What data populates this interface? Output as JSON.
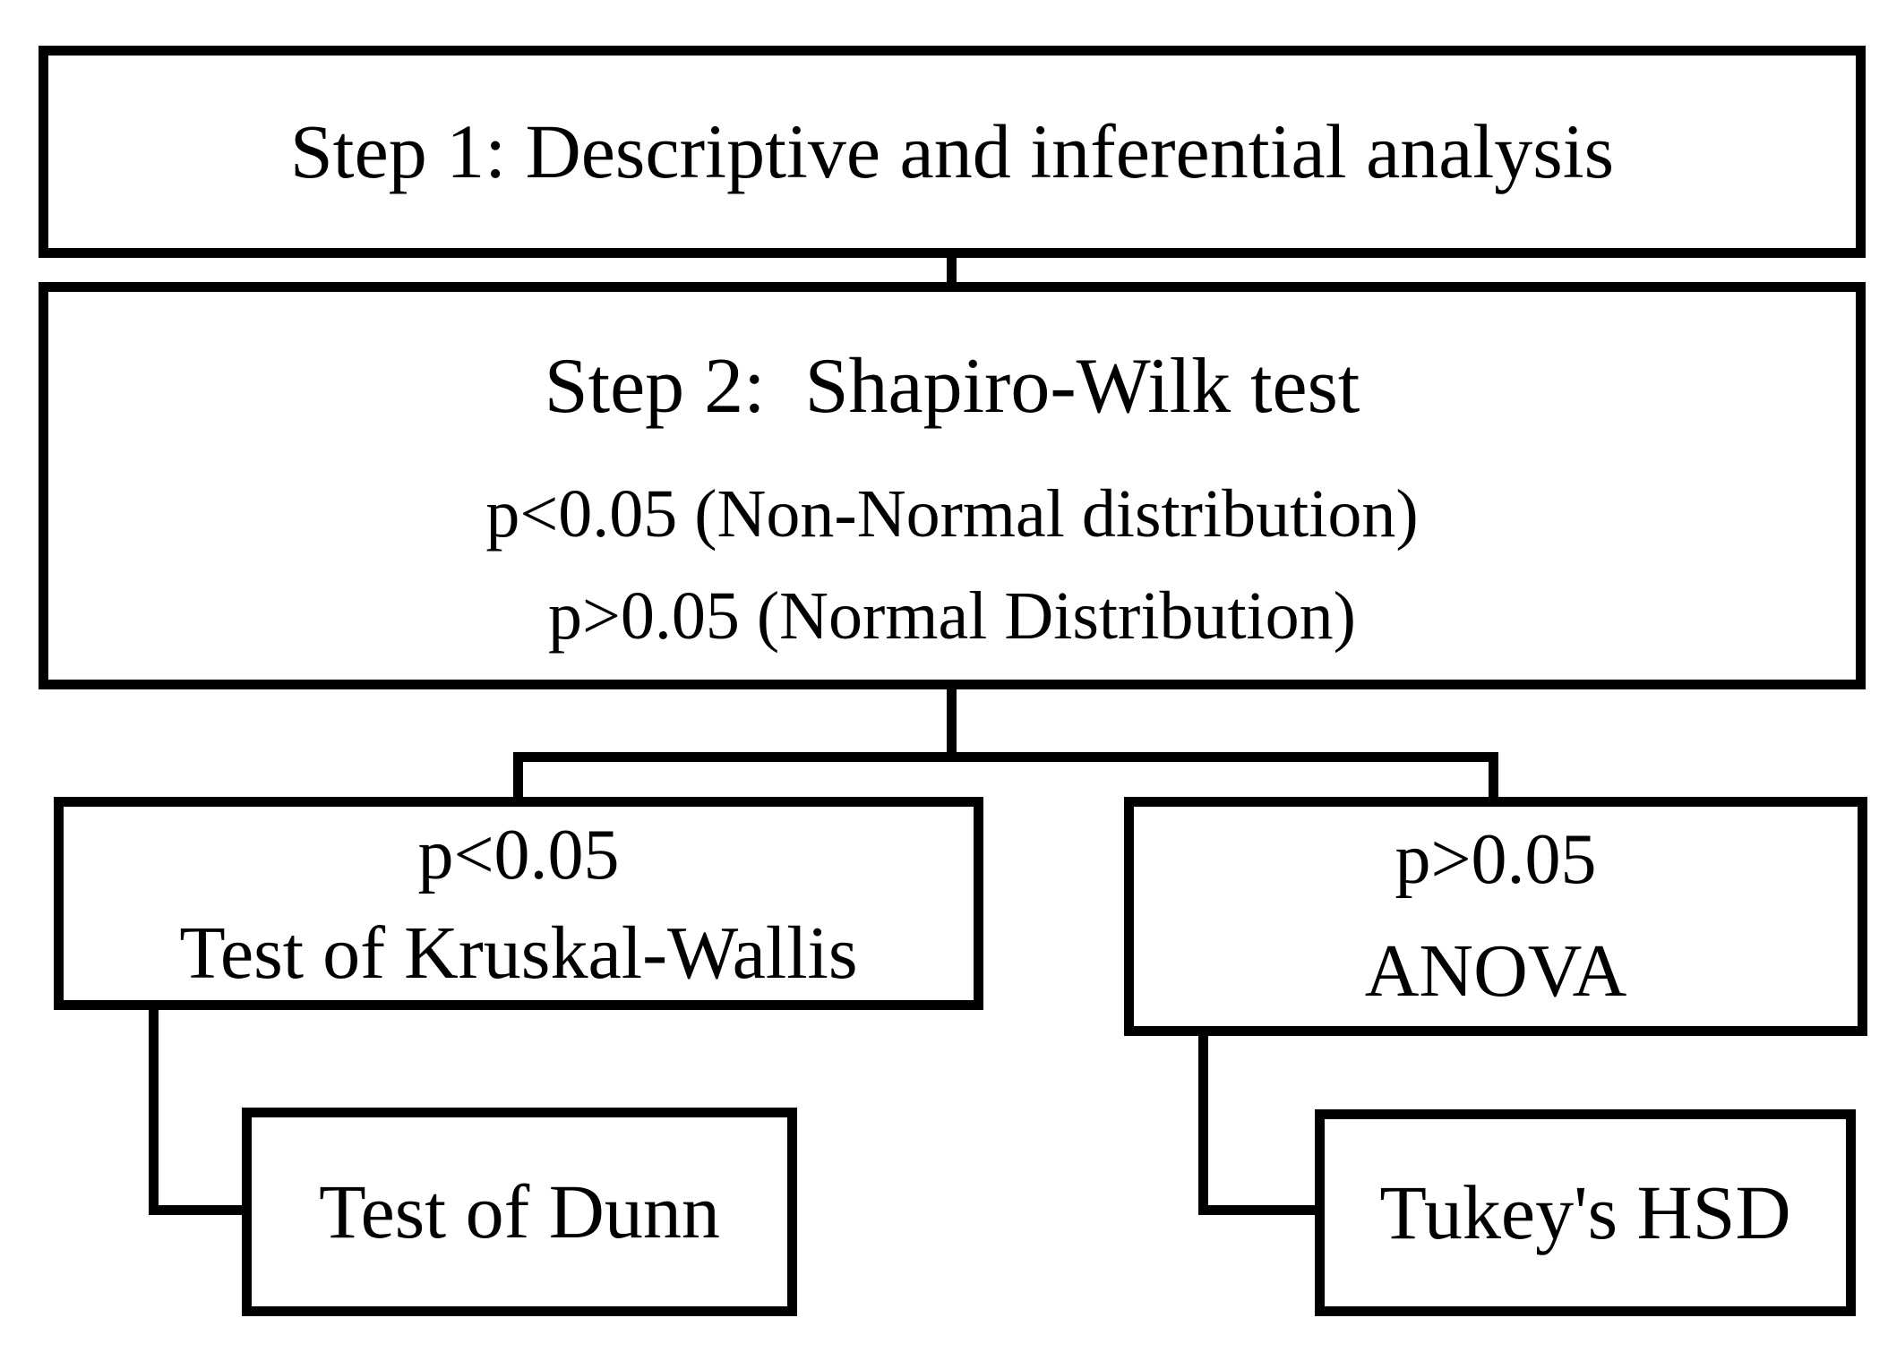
{
  "diagram": {
    "type": "flowchart",
    "background_color": "#ffffff",
    "line_color": "#000000",
    "box_fill": "#ffffff",
    "nodes": {
      "step1": {
        "label": "Step 1: Descriptive and inferential analysis"
      },
      "step2": {
        "title": "Step 2:  Shapiro-Wilk test",
        "line1": "p<0.05 (Non-Normal distribution)",
        "line2": "p>0.05 (Normal Distribution)"
      },
      "kruskal": {
        "line1": "p<0.05",
        "line2": "Test of Kruskal-Wallis"
      },
      "anova": {
        "line1": "p>0.05",
        "line2": "ANOVA"
      },
      "dunn": {
        "label": "Test of Dunn"
      },
      "tukey": {
        "label": "Tukey's HSD"
      }
    },
    "edges": [
      "step1 -> step2",
      "step2 -> kruskal",
      "step2 -> anova",
      "kruskal -> dunn",
      "anova -> tukey"
    ]
  }
}
